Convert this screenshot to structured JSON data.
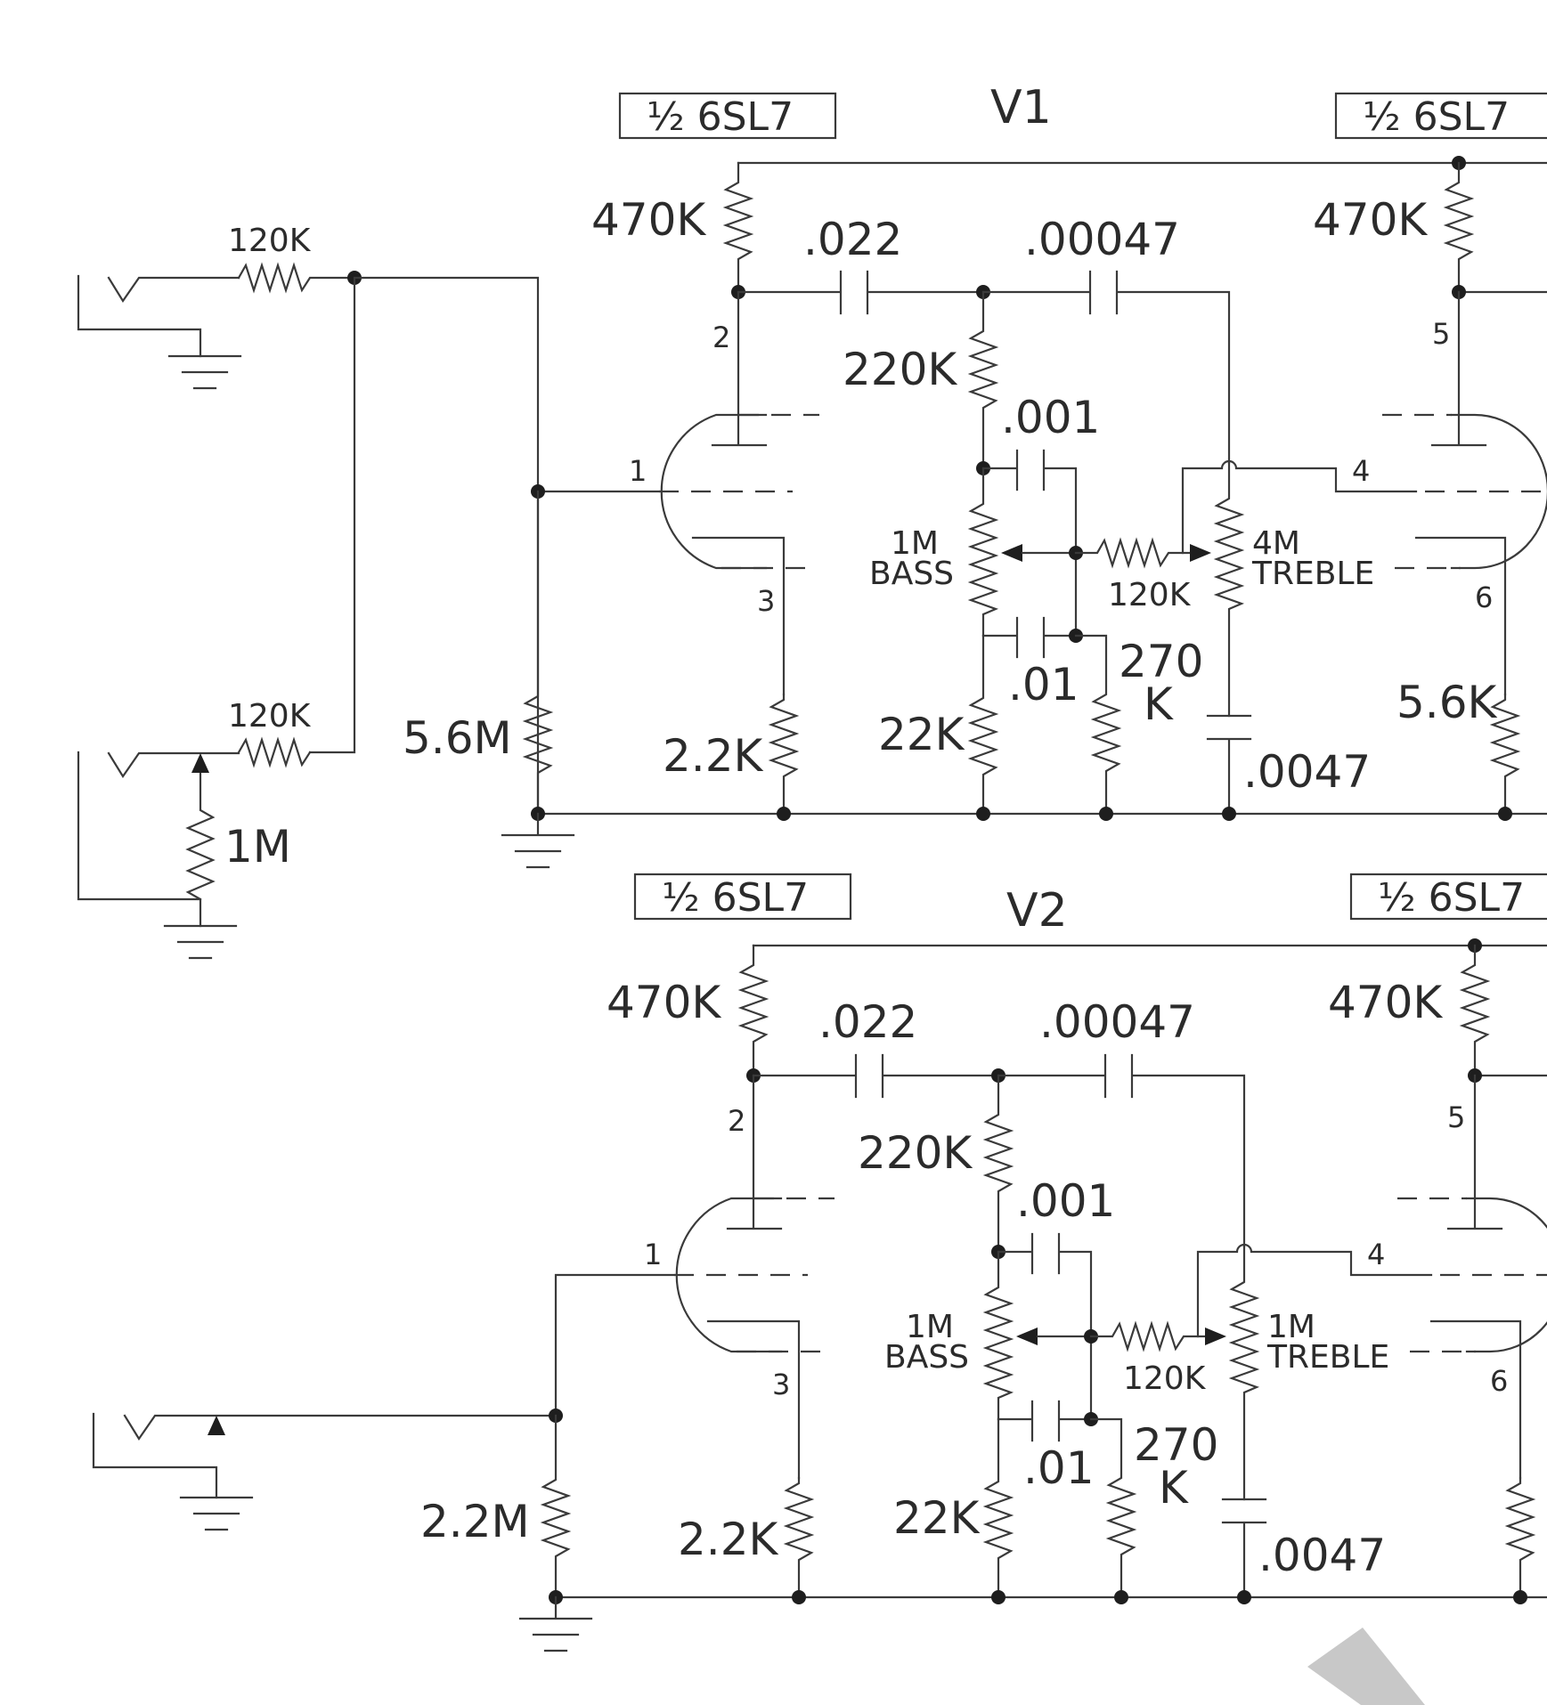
{
  "colors": {
    "ink": "#3a3a3a",
    "paper": "#ffffff",
    "watermark": "#c8c8c8"
  },
  "input": {
    "r1": "120K",
    "r2": "120K",
    "pot": "1M"
  },
  "stages": [
    {
      "name": "V1",
      "tube_left": "½ 6SL7",
      "tube_right": "½ 6SL7",
      "plate_r": "470K",
      "plate_r2": "470K",
      "coupling_cap": ".022",
      "treble_cap": ".00047",
      "mid_r": "220K",
      "bass_cap": ".001",
      "bass_pot_value": "1M",
      "bass_pot_name": "BASS",
      "mix_r": "120K",
      "treble_pot_value": "4M",
      "treble_pot_name": "TREBLE",
      "tone_cap": ".01",
      "slope_r_top": "270",
      "slope_r_bottom": "K",
      "bottom_r": "22K",
      "treble_ground_cap": ".0047",
      "grid_r": "5.6M",
      "cathode_r": "2.2K",
      "cathode_r2": "5.6K",
      "pins": [
        "2",
        "1",
        "3",
        "5",
        "4",
        "6"
      ]
    },
    {
      "name": "V2",
      "tube_left": "½ 6SL7",
      "tube_right": "½ 6SL7",
      "plate_r": "470K",
      "plate_r2": "470K",
      "coupling_cap": ".022",
      "treble_cap": ".00047",
      "mid_r": "220K",
      "bass_cap": ".001",
      "bass_pot_value": "1M",
      "bass_pot_name": "BASS",
      "mix_r": "120K",
      "treble_pot_value": "1M",
      "treble_pot_name": "TREBLE",
      "tone_cap": ".01",
      "slope_r_top": "270",
      "slope_r_bottom": "K",
      "bottom_r": "22K",
      "treble_ground_cap": ".0047",
      "grid_r": "2.2M",
      "cathode_r": "2.2K",
      "pins": [
        "2",
        "1",
        "3",
        "5",
        "4",
        "6"
      ]
    }
  ]
}
